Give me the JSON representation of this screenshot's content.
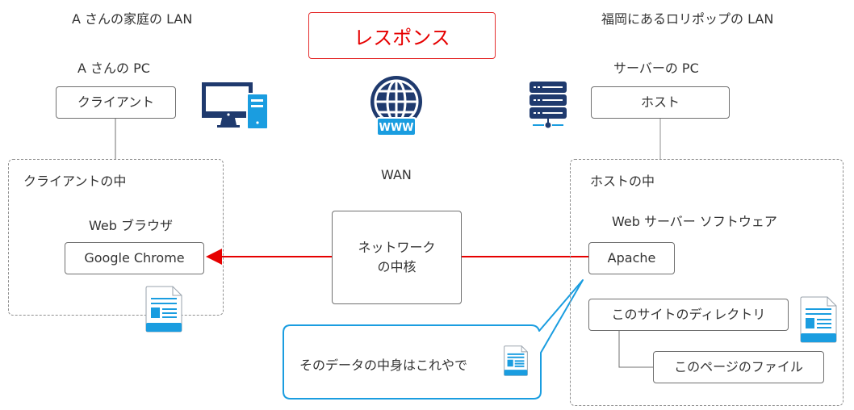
{
  "colors": {
    "navy": "#1f3a6e",
    "blue": "#1a9de0",
    "arrow_red": "#e60000",
    "bubble_border": "#1a9de0",
    "text": "#333333"
  },
  "header": {
    "response_label": "レスポンス"
  },
  "left": {
    "lan_title": "A さんの家庭の LAN",
    "pc_title": "A さんの PC",
    "client_box": "クライアント",
    "inside_title": "クライアントの中",
    "browser_title": "Web ブラウザ",
    "browser_box": "Google Chrome",
    "pc_icon": "desktop-computer-icon",
    "doc_icon": "document-icon"
  },
  "center": {
    "globe_icon": "www-globe-icon",
    "www_label": "WWW",
    "wan_title": "WAN",
    "core_box_line1": "ネットワーク",
    "core_box_line2": "の中核"
  },
  "right": {
    "lan_title": "福岡にあるロリポップの LAN",
    "pc_title": "サーバーの PC",
    "host_box": "ホスト",
    "inside_title": "ホストの中",
    "software_title": "Web サーバー ソフトウェア",
    "server_box": "Apache",
    "directory_box": "このサイトのディレクトリ",
    "file_box": "このページのファイル",
    "server_icon": "server-rack-icon",
    "doc_icon": "document-icon"
  },
  "callout": {
    "text": "そのデータの中身はこれやで",
    "doc_icon": "document-icon"
  }
}
